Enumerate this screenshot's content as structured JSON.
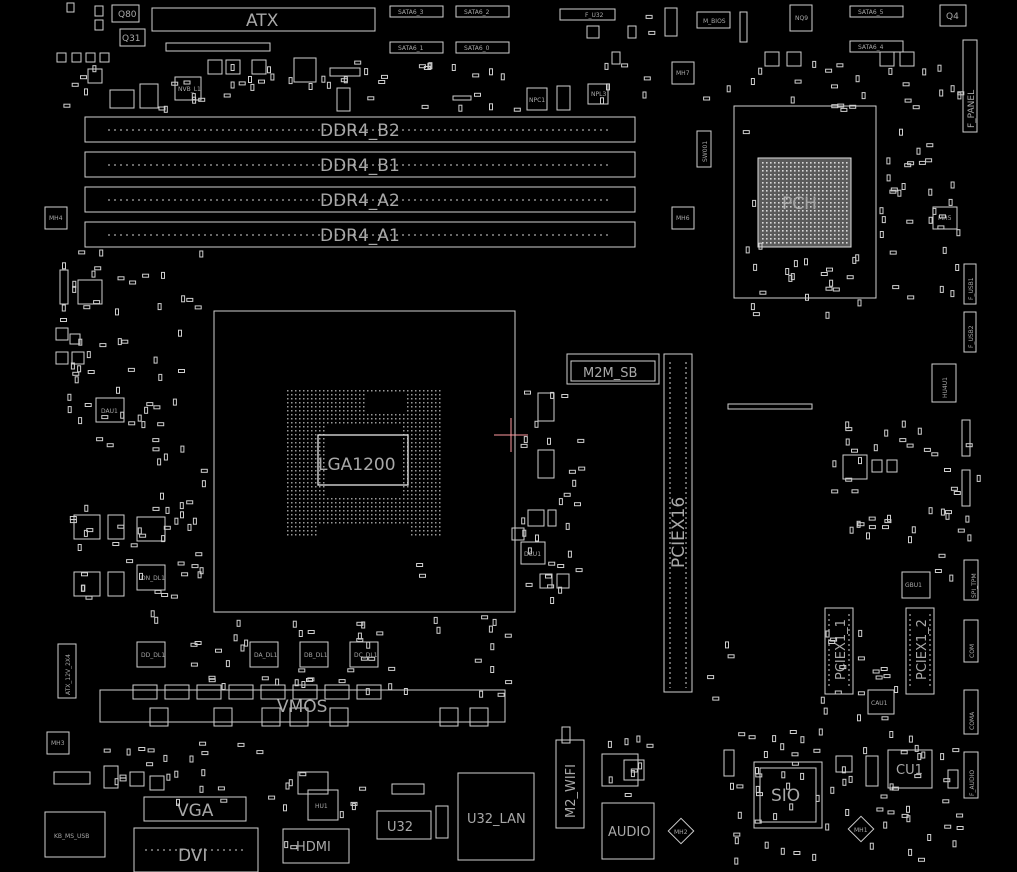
{
  "board": {
    "background": "#000000",
    "outline_color": "#cfcfcf",
    "label_color": "#a8a8a8",
    "pad_color": "#d9d9d9"
  },
  "labels": {
    "atx": "ATX",
    "q80": "Q80",
    "q31": "Q31",
    "sata3_3": "SATA6_3",
    "sata3_2": "SATA6_2",
    "sata3_1": "SATA6_1",
    "sata3_0": "SATA6_0",
    "sata3_5": "SATA6_5",
    "sata3_4": "SATA6_4",
    "f_usb": "F_U32",
    "q4": "Q4",
    "m_bios": "M_BIOS",
    "nq9": "NQ9",
    "mh7": "MH7",
    "mh6": "MH6",
    "mh5": "MH5",
    "mh4": "MH4",
    "mh3": "MH3",
    "ddr_b2": "DDR4_B2",
    "ddr_b1": "DDR4_B1",
    "ddr_a2": "DDR4_A2",
    "ddr_a1": "DDR4_A1",
    "pch": "PCH",
    "f_panel": "F_PANEL",
    "f_usb1": "F_USB1",
    "f_usb2": "F_USB2",
    "socket": "LGA1200",
    "m2m_sb": "M2M_SB",
    "pciex16": "PCIEX16",
    "pciex1_1": "PCIEX1_1",
    "pciex1_2": "PCIEX1_2",
    "dau1": "DAU1",
    "dcu1": "DCU1",
    "gbu1": "GBU1",
    "cau1": "CAU1",
    "vmos": "VMOS",
    "vga": "VGA",
    "dvi": "DVI",
    "hdmi": "HDMI",
    "hu1": "HU1",
    "u32": "U32",
    "u32_lan": "U32_LAN",
    "m2_wifi": "M2_WIFI",
    "audio": "AUDIO",
    "sio": "SIO",
    "cu1": "CU1",
    "com": "COM",
    "coma": "COMA",
    "f_audio": "F_AUDIO",
    "spi_tpm": "SPI_TPM",
    "kb_ms_usb": "KB_MS_USB",
    "atx_12v": "ATX_12V_2X4",
    "dn_dl1": "DN_DL1",
    "dd_dl1": "DD_DL1",
    "da_dl1": "DA_DL1",
    "db_dl1": "DB_DL1",
    "dc_dl1": "DC_DL1",
    "nvb_l1": "NVB_L1",
    "npc1": "NPC1",
    "npl3": "NPL3",
    "sw001": "SW001",
    "hu4u1": "HU4U1",
    "mh2": "MH2",
    "mh1": "MH1"
  }
}
